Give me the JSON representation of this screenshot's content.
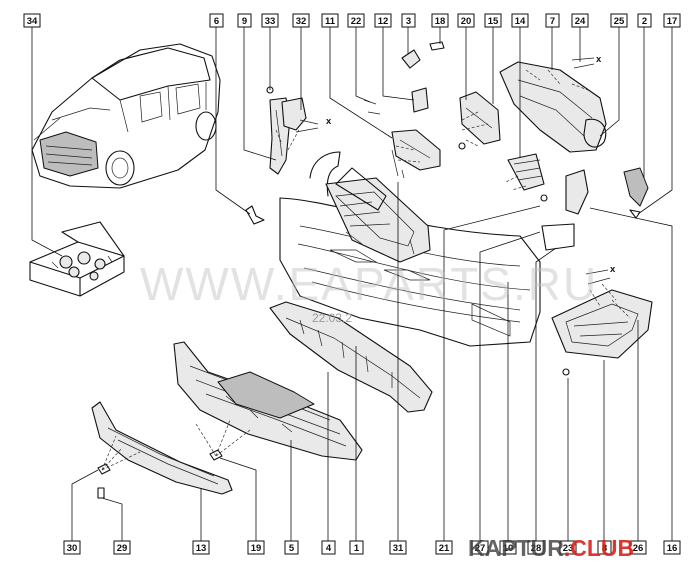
{
  "watermark": {
    "site": "WWW.EAPARTS.RU",
    "date": "22.03.2"
  },
  "brand": {
    "left": "KAPTUR",
    "dot": ".",
    "right": "CLUB"
  },
  "callouts_top": [
    "34",
    "6",
    "9",
    "33",
    "32",
    "11",
    "22",
    "12",
    "3",
    "18",
    "20",
    "15",
    "14",
    "7",
    "24",
    "25",
    "2",
    "17"
  ],
  "callouts_bottom": [
    "30",
    "29",
    "13",
    "19",
    "5",
    "4",
    "1",
    "31",
    "21",
    "27",
    "10",
    "28",
    "23",
    "8",
    "26",
    "16"
  ],
  "colors": {
    "ink": "#111111",
    "part_fill": "#e9e9e9",
    "watermark": "#bfbfbf",
    "club_red": "#d8231e"
  }
}
